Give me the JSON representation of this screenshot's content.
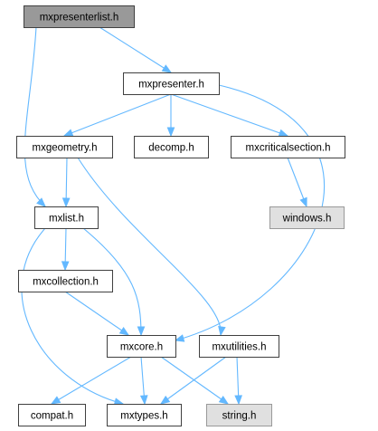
{
  "colors": {
    "edge": "#63b8ff",
    "node_fill": "#ffffff",
    "node_border": "#404040",
    "root_fill": "#999999",
    "external_fill": "#e0e0e0",
    "external_border": "#999999",
    "text": "#000000"
  },
  "nodes": {
    "root": {
      "label": "mxpresenterlist.h",
      "kind": "root"
    },
    "presenter": {
      "label": "mxpresenter.h",
      "kind": "normal"
    },
    "geometry": {
      "label": "mxgeometry.h",
      "kind": "normal"
    },
    "decomp": {
      "label": "decomp.h",
      "kind": "normal"
    },
    "critsec": {
      "label": "mxcriticalsection.h",
      "kind": "normal"
    },
    "windows": {
      "label": "windows.h",
      "kind": "external"
    },
    "list": {
      "label": "mxlist.h",
      "kind": "normal"
    },
    "collection": {
      "label": "mxcollection.h",
      "kind": "normal"
    },
    "core": {
      "label": "mxcore.h",
      "kind": "normal"
    },
    "utilities": {
      "label": "mxutilities.h",
      "kind": "normal"
    },
    "compat": {
      "label": "compat.h",
      "kind": "normal"
    },
    "types": {
      "label": "mxtypes.h",
      "kind": "normal"
    },
    "string": {
      "label": "string.h",
      "kind": "external"
    }
  },
  "edges": [
    {
      "from": "root",
      "to": "presenter"
    },
    {
      "from": "root",
      "to": "list"
    },
    {
      "from": "presenter",
      "to": "geometry"
    },
    {
      "from": "presenter",
      "to": "decomp"
    },
    {
      "from": "presenter",
      "to": "critsec"
    },
    {
      "from": "presenter",
      "to": "core"
    },
    {
      "from": "critsec",
      "to": "windows"
    },
    {
      "from": "geometry",
      "to": "list"
    },
    {
      "from": "geometry",
      "to": "utilities"
    },
    {
      "from": "list",
      "to": "collection"
    },
    {
      "from": "list",
      "to": "core"
    },
    {
      "from": "list",
      "to": "types"
    },
    {
      "from": "collection",
      "to": "core"
    },
    {
      "from": "core",
      "to": "compat"
    },
    {
      "from": "core",
      "to": "types"
    },
    {
      "from": "core",
      "to": "string"
    },
    {
      "from": "utilities",
      "to": "types"
    },
    {
      "from": "utilities",
      "to": "string"
    }
  ]
}
